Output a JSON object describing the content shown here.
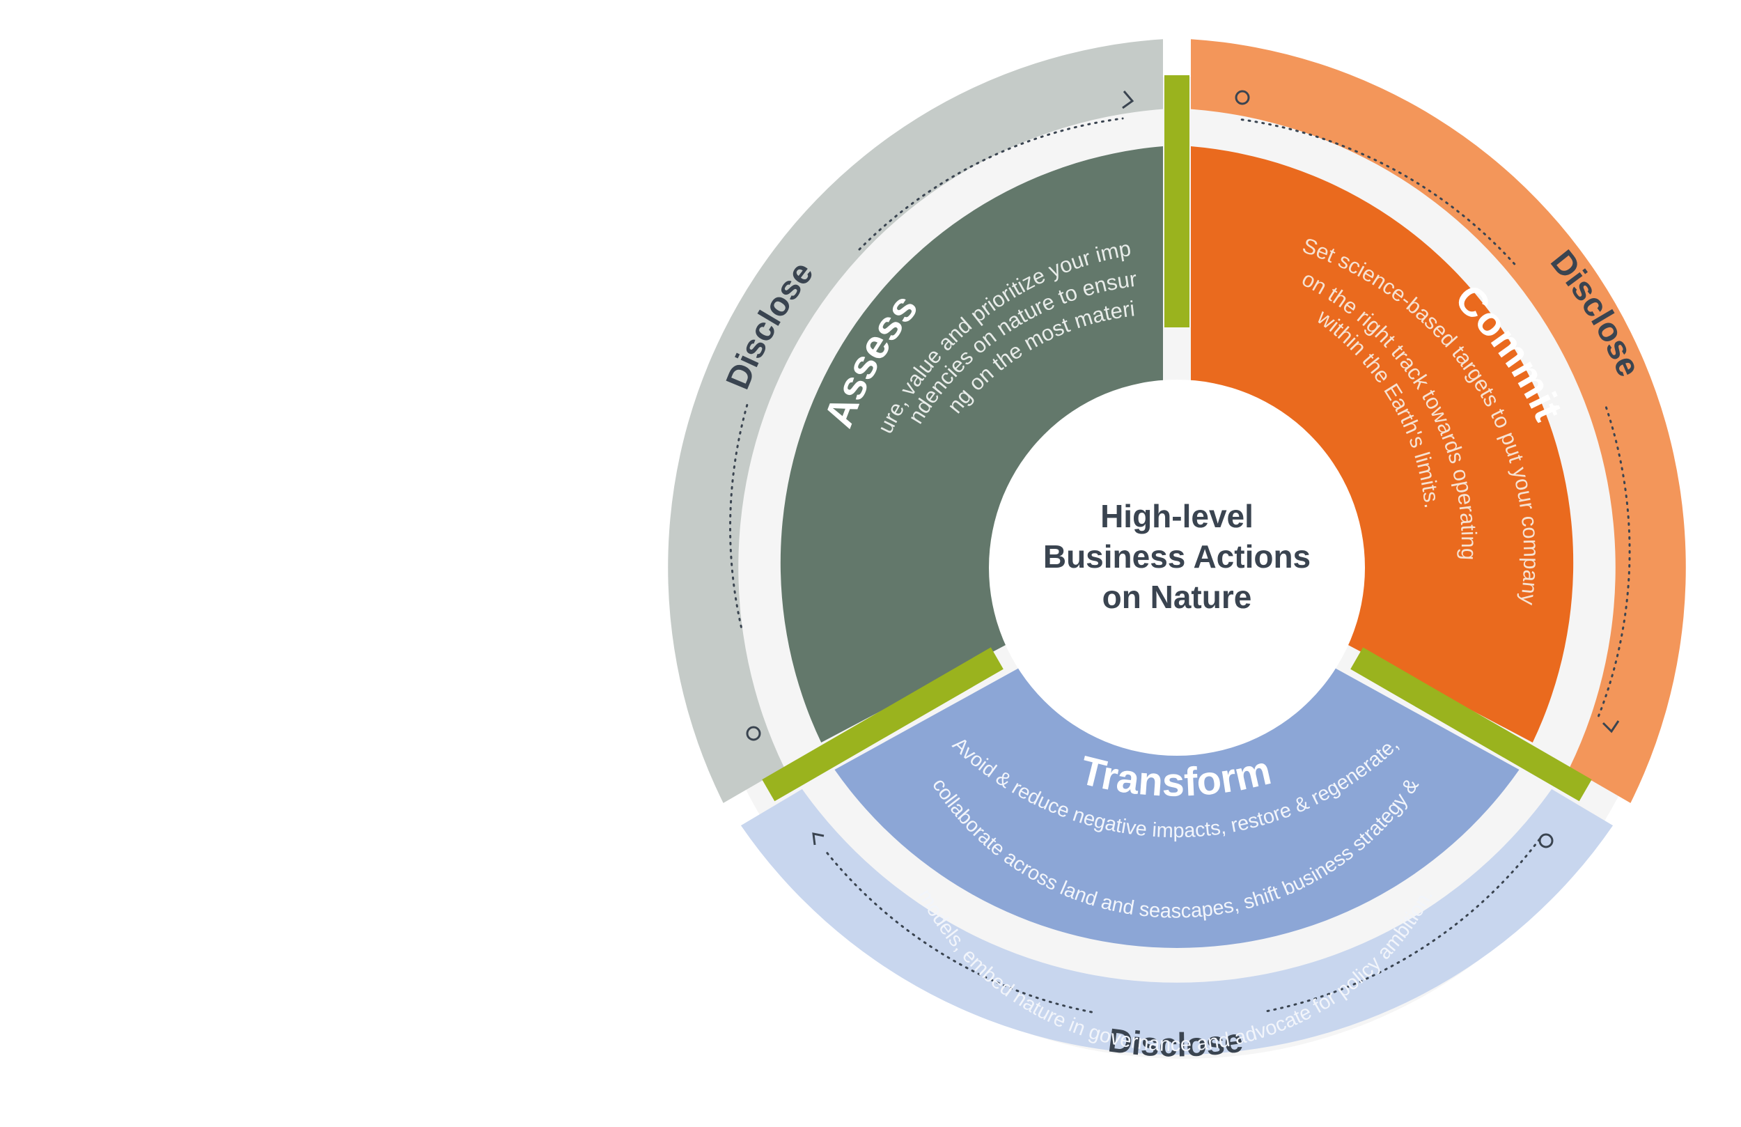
{
  "center": {
    "line1": "High-level",
    "line2": "Business Actions",
    "line3": "on Nature"
  },
  "segments": {
    "assess": {
      "title": "Assess",
      "body": [
        "Measure, value and prioritize your impacts &",
        "dependencies on nature to ensure you",
        "are acting on the most material ones."
      ],
      "outer_label": "Disclose"
    },
    "commit": {
      "title": "Commit",
      "body": [
        "Set science-based targets to put your company",
        "on the right track towards operating",
        "within the Earth's limits."
      ],
      "outer_label": "Disclose"
    },
    "transform": {
      "title": "Transform",
      "body": [
        "Avoid & reduce negative impacts, restore & regenerate,",
        "collaborate across land and seascapes, shift business strategy &",
        "models, embed nature in governance and advocate for policy ambition."
      ],
      "outer_label": "Disclose"
    }
  },
  "colors": {
    "assess_inner": "#63786b",
    "assess_outer": "#c5cbc8",
    "commit_inner": "#ea6a1e",
    "commit_outer": "#f3965a",
    "transform_inner": "#8ca6d6",
    "transform_outer": "#c8d6ee",
    "divider": "#9ab31e",
    "dark_text": "#3a4450",
    "white_text": "#ffffff",
    "light_text": "#e9e0d6"
  }
}
